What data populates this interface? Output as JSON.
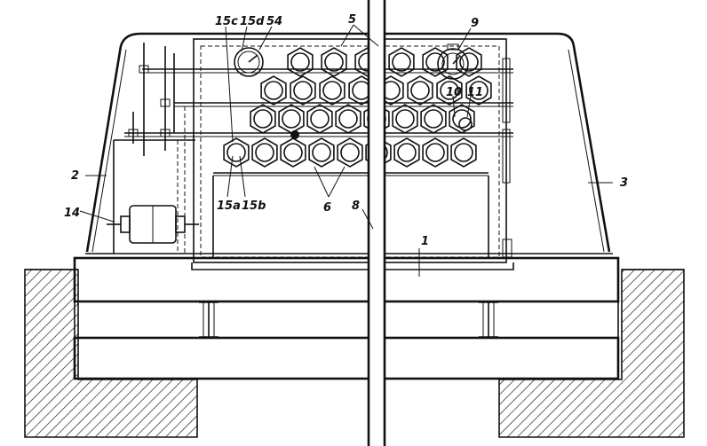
{
  "labels": {
    "l15c": "15c",
    "l15d": "15d",
    "l54": "54",
    "l5": "5",
    "l9": "9",
    "l10": "10",
    "l11": "11",
    "l2": "2",
    "l3": "3",
    "l14": "14",
    "l15a": "15a",
    "l15b": "15b",
    "l6": "6",
    "l8": "8",
    "l1": "1"
  },
  "tube_rows": [
    {
      "count": 6,
      "with_gauge_left": true,
      "with_gauge_right": true
    },
    {
      "count": 8
    },
    {
      "count": 8
    },
    {
      "count": 9
    }
  ]
}
